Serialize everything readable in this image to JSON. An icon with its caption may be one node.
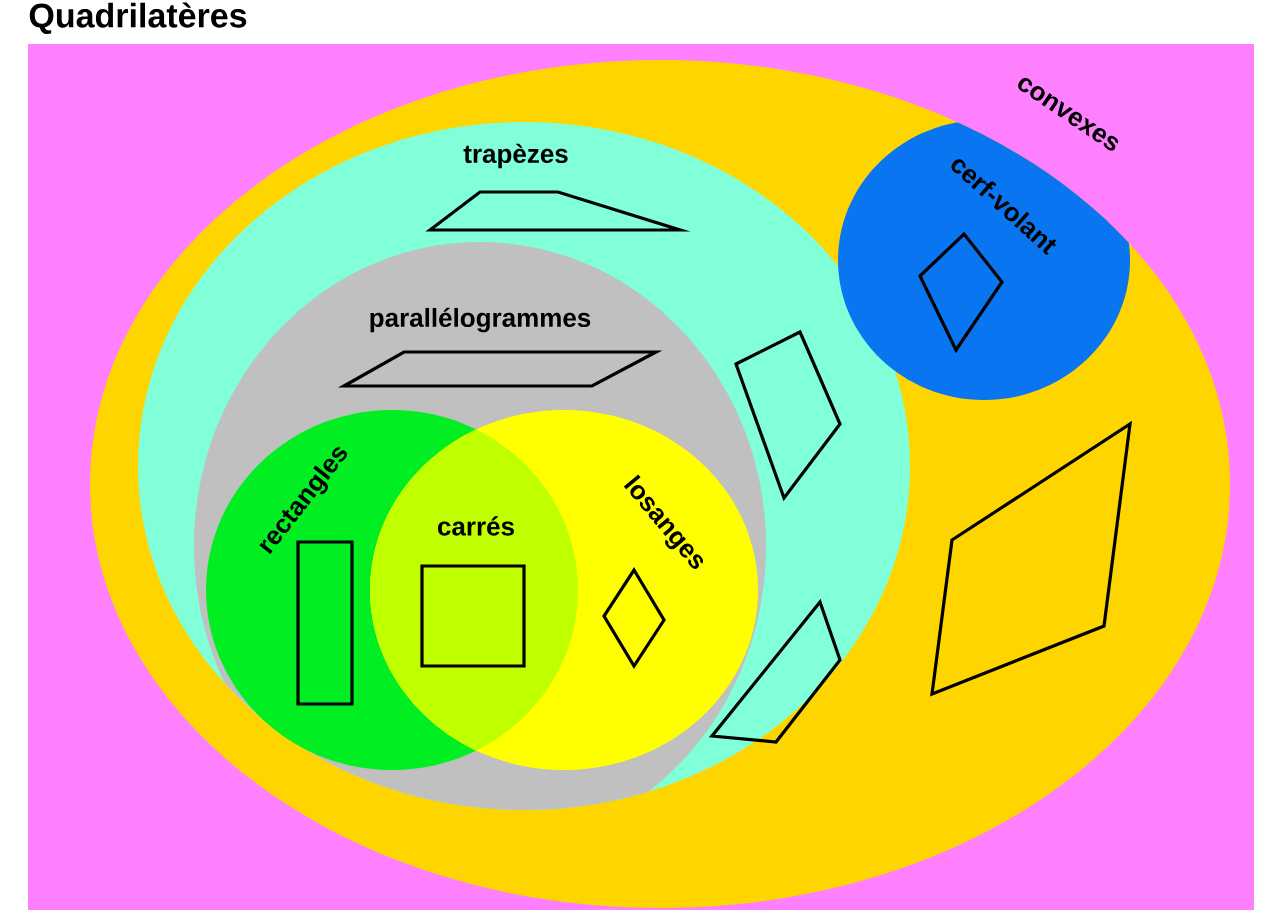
{
  "diagram": {
    "title": "Quadrilatères",
    "nodes": [
      {
        "text": [
          "convexes"
        ]
      },
      {
        "text": [
          "trapèzes"
        ],
        "in": 0
      },
      {
        "text": [
          "cerf-volant"
        ],
        "in": 0
      },
      {
        "text": [
          "parallélogrammes"
        ],
        "in": 1
      },
      {
        "text": [
          "rectangles"
        ],
        "in": 3
      },
      {
        "text": [
          "losanges"
        ],
        "in": 3
      },
      {
        "text": [
          "carrés"
        ]
      }
    ]
  }
}
